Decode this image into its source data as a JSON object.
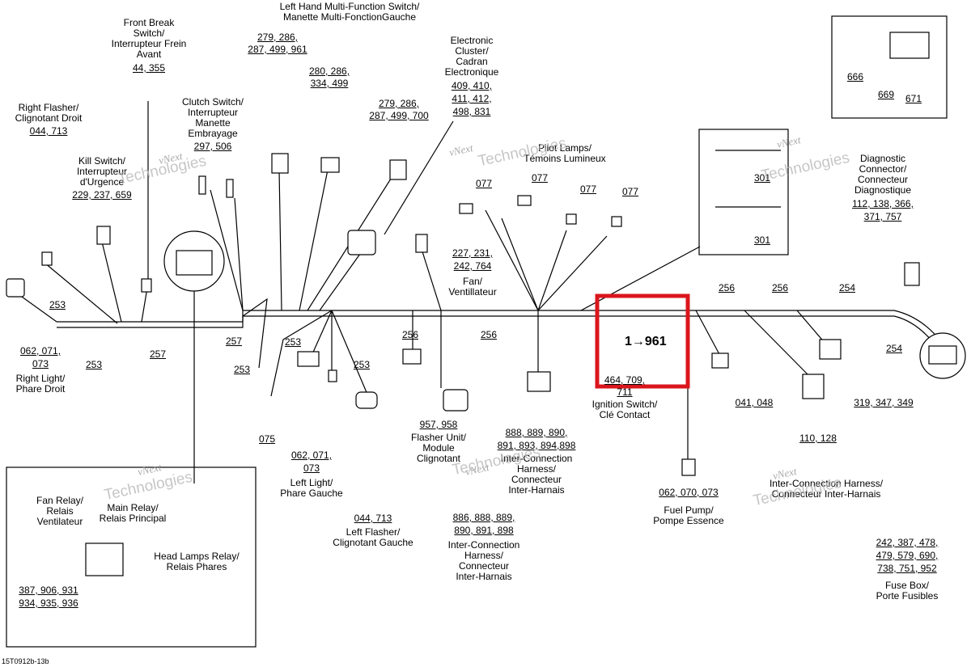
{
  "labels": {
    "front_brake": {
      "lines": [
        "Front Break",
        "Switch/",
        "Interrupteur Frein",
        "Avant"
      ],
      "refs": [
        "44, 355"
      ]
    },
    "lh_switch": {
      "lines": [
        "Left Hand  Multi-Function Switch/",
        "Manette Multi-FonctionGauche"
      ]
    },
    "lh_refs_a": {
      "refs": [
        "279, 286,",
        "287, 499, 961"
      ]
    },
    "lh_refs_b": {
      "refs": [
        "280, 286,",
        "334, 499"
      ]
    },
    "lh_refs_c": {
      "refs": [
        "279, 286,",
        "287, 499, 700"
      ]
    },
    "cluster": {
      "lines": [
        "Electronic",
        "Cluster/",
        "Cadran",
        "Electronique"
      ],
      "refs": [
        "409, 410,",
        "411, 412,",
        "498, 831"
      ]
    },
    "right_flasher": {
      "lines": [
        "Right Flasher/",
        "Clignotant Droit"
      ],
      "refs": [
        "044, 713"
      ]
    },
    "clutch": {
      "lines": [
        "Clutch Switch/",
        "Interrupteur",
        "Manette",
        "Embrayage"
      ],
      "refs": [
        "297, 506"
      ]
    },
    "kill": {
      "lines": [
        "Kill Switch/",
        "Interrupteur",
        "d'Urgence"
      ],
      "refs": [
        "229, 237, 659"
      ]
    },
    "pilot": {
      "lines": [
        "Pilot Lamps/",
        "Témoins Lumineux"
      ]
    },
    "diag": {
      "lines": [
        "Diagnostic",
        "Connector/",
        "Connecteur",
        "Diagnostique"
      ],
      "refs": [
        "112, 138, 366,",
        "371, 757"
      ]
    },
    "fan": {
      "refs": [
        "227, 231,",
        "242, 764"
      ],
      "lines": [
        "Fan/",
        "Ventillateur"
      ]
    },
    "right_light": {
      "refs": [
        "062, 071,",
        "073"
      ],
      "lines": [
        "Right Light/",
        "Phare Droit"
      ]
    },
    "ignition": {
      "refs": [
        "464, 709,",
        "711"
      ],
      "lines": [
        "Ignition Switch/",
        "Clé Contact"
      ]
    },
    "flasher_unit": {
      "refs": [
        "957, 958"
      ],
      "lines": [
        "Flasher Unit/",
        "Module",
        "Clignotant"
      ]
    },
    "ich_1": {
      "refs": [
        "888, 889, 890,",
        "891, 893, 894,898"
      ],
      "lines": [
        "Inter-Connection",
        "Harness/",
        "Connecteur",
        "Inter-Harnais"
      ]
    },
    "left_light": {
      "refs": [
        "062, 071,",
        "073"
      ],
      "lines": [
        "Left Light/",
        "Phare Gauche"
      ]
    },
    "left_flasher": {
      "refs": [
        "044, 713"
      ],
      "lines": [
        "Left Flasher/",
        "Clignotant Gauche"
      ]
    },
    "ich_2": {
      "refs": [
        "886, 888, 889,",
        "890, 891, 898"
      ],
      "lines": [
        "Inter-Connection",
        "Harness/",
        "Connecteur",
        "Inter-Harnais"
      ]
    },
    "fuel": {
      "refs": [
        "062, 070, 073"
      ],
      "lines": [
        "Fuel Pump/",
        "Pompe Essence"
      ]
    },
    "ich_3": {
      "lines": [
        "Inter-Connection Harness/",
        "Connecteur Inter-Harnais"
      ]
    },
    "fuse": {
      "refs": [
        "242, 387, 478,",
        "479, 579, 690,",
        "738, 751, 952"
      ],
      "lines": [
        "Fuse Box/",
        "Porte Fusibles"
      ]
    },
    "fan_relay": {
      "lines": [
        "Fan Relay/",
        "Relais",
        "Ventilateur"
      ]
    },
    "main_relay": {
      "lines": [
        "Main Relay/",
        "Relais Principal"
      ]
    },
    "head_relay": {
      "lines": [
        "Head Lamps Relay/",
        "Relais Phares"
      ]
    },
    "relay_refs": {
      "refs": [
        "387, 906, 931",
        "934, 935, 936"
      ]
    }
  },
  "numbers": {
    "n_041": "041, 048",
    "n_110": "110, 128",
    "n_319": "319, 347, 349",
    "n_666": "666",
    "n_669": "669",
    "n_671": "671",
    "n_301a": "301",
    "n_301b": "301",
    "n_077a": "077",
    "n_077b": "077",
    "n_077c": "077",
    "n_077d": "077",
    "n_253a": "253",
    "n_253b": "253",
    "n_253c": "253",
    "n_253d": "253",
    "n_253e": "253",
    "n_257a": "257",
    "n_257b": "257",
    "n_256a": "256",
    "n_256b": "256",
    "n_256c": "256",
    "n_256d": "256",
    "n_254a": "254",
    "n_254b": "254",
    "n_075": "075"
  },
  "callout": "1→961",
  "watermark": {
    "line1": "vNext",
    "line2": "Technologies"
  },
  "footer": "15T0912b-13b",
  "colors": {
    "highlight": "#d9161c",
    "line": "#000000"
  }
}
